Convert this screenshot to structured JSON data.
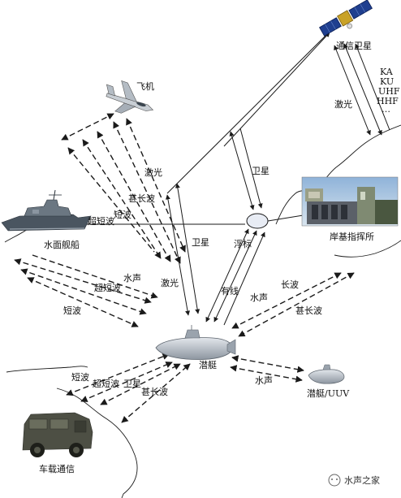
{
  "nodes": {
    "satellite": "通信卫星",
    "aircraft": "飞机",
    "ship": "水面舰船",
    "shore": "岸基指挥所",
    "buoy": "浮标",
    "submarine": "潜艇",
    "uuv": "潜艇/UUV",
    "vehicle": "车载通信"
  },
  "bands": {
    "ka": "KA",
    "ku": "KU",
    "uhf": "UHF",
    "hhf": "HHF",
    "ellipsis": "…"
  },
  "links": {
    "laser_sat": "激光",
    "laser_air": "激光",
    "elf_air": "甚长波",
    "shortwave_air": "短波",
    "ultrashort_air": "超短波",
    "sat_shore": "卫星",
    "sat_sub": "卫星",
    "buoy_link": "浮标",
    "wired": "有线",
    "acoustic_ship": "水声",
    "laser_ship": "激光",
    "ultrashort_ship": "超短波",
    "shortwave_ship": "短波",
    "acoustic_shore": "水声",
    "longwave_shore": "长波",
    "elf_shore": "甚长波",
    "shortwave_vehicle": "短波",
    "ultrashort_vehicle": "超短波",
    "sat_vehicle": "卫星",
    "elf_vehicle": "甚长波",
    "acoustic_uuv": "水声"
  },
  "watermark": "水声之家",
  "colors": {
    "line": "#1a1a1a",
    "hull": "#b9c0c8",
    "ship_dark": "#4a5560",
    "solar": "#1f3f8f",
    "sat_gold": "#c9a227",
    "vehicle": "#4d4f44",
    "buoy_fill": "#e8ecf4"
  }
}
